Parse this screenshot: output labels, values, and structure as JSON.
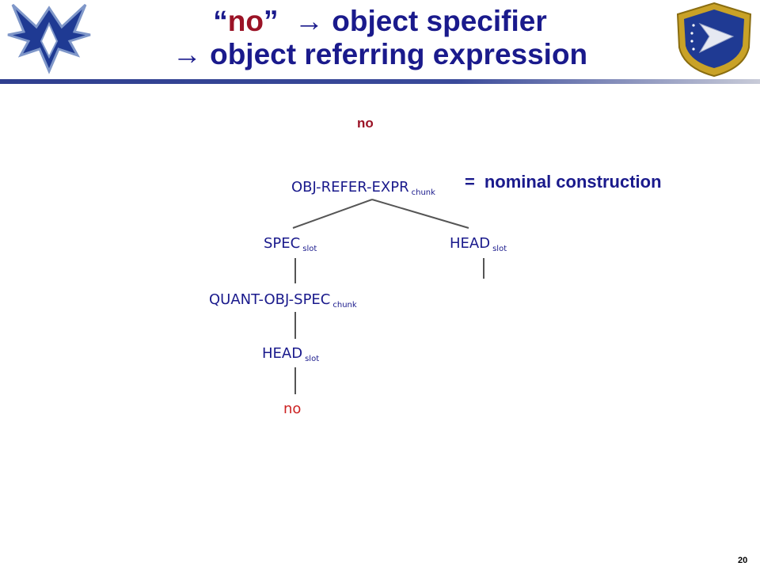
{
  "title": {
    "line1_quote_open": "“",
    "line1_word": "no",
    "line1_quote_close": "”",
    "line1_arrow": "→",
    "line1_rest": "object specifier",
    "line2_arrow": "→",
    "line2_rest": "object referring expression"
  },
  "label_no": "no",
  "note": {
    "equals": "=",
    "text": "nominal construction"
  },
  "tree": {
    "root": {
      "label": "OBJ-REFER-EXPR",
      "sub": "chunk"
    },
    "spec": {
      "label": "SPEC",
      "sub": "slot"
    },
    "head_right": {
      "label": "HEAD",
      "sub": "slot"
    },
    "quant": {
      "label": "QUANT-OBJ-SPEC",
      "sub": "chunk"
    },
    "head_left": {
      "label": "HEAD",
      "sub": "slot"
    },
    "leaf": "no"
  },
  "page_number": "20",
  "colors": {
    "title_blue": "#1a1a8c",
    "accent_red": "#9b1326",
    "leaf_red": "#cc2222",
    "bar_blue": "#2f3f8f"
  }
}
